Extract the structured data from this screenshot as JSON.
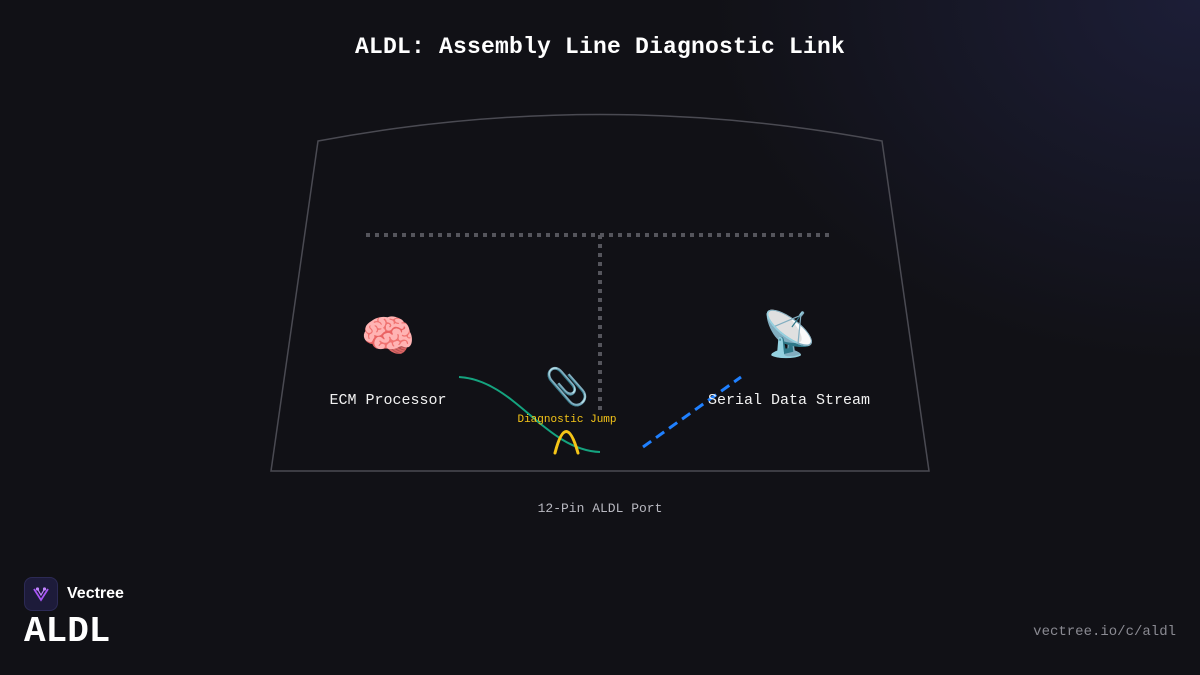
{
  "title": "ALDL: Assembly Line Diagnostic Link",
  "nodes": {
    "ecm": {
      "label": "ECM Processor",
      "icon": "brain-icon",
      "glyph": "🧠"
    },
    "jumper": {
      "label": "Diagnostic Jump",
      "icon": "paperclip-icon",
      "glyph": "📎"
    },
    "serial": {
      "label": "Serial Data Stream",
      "icon": "satellite-dish-icon",
      "glyph": "📡"
    }
  },
  "port_label": "12-Pin ALDL Port",
  "brand": {
    "name": "Vectree",
    "title": "ALDL",
    "url": "vectree.io/c/aldl"
  },
  "colors": {
    "background": "#111116",
    "outline": "#4a4a52",
    "dotted": "#55555c",
    "wire_green": "#15a37f",
    "wire_blue": "#1f80ff",
    "jump_yellow": "#f5c518",
    "brand_purple": "#a855f7"
  }
}
